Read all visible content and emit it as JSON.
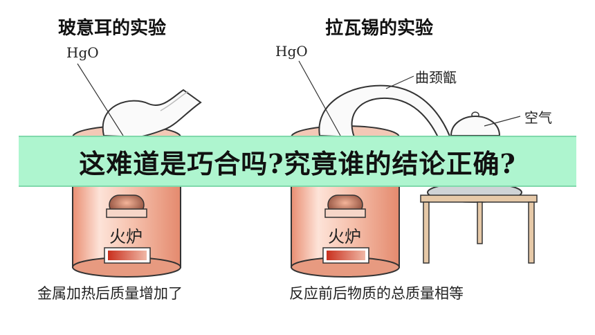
{
  "left": {
    "title": "玻意耳的实验",
    "hgo_label": "HgO",
    "furnace_label": "火炉",
    "caption": "金属加热后质量增加了"
  },
  "right": {
    "title": "拉瓦锡的实验",
    "hgo_label": "HgO",
    "retort_label": "曲颈甑",
    "air_label": "空气",
    "furnace_label": "火炉",
    "caption": "反应前后物质的总质量相等"
  },
  "banner": {
    "text": "这难道是巧合吗?究竟谁的结论正确?"
  },
  "colors": {
    "banner_bg": "#aef5cf",
    "furnace_body": "#f4b8a2",
    "furnace_stripe": "#e79a80",
    "window_red": "#d9432e"
  }
}
